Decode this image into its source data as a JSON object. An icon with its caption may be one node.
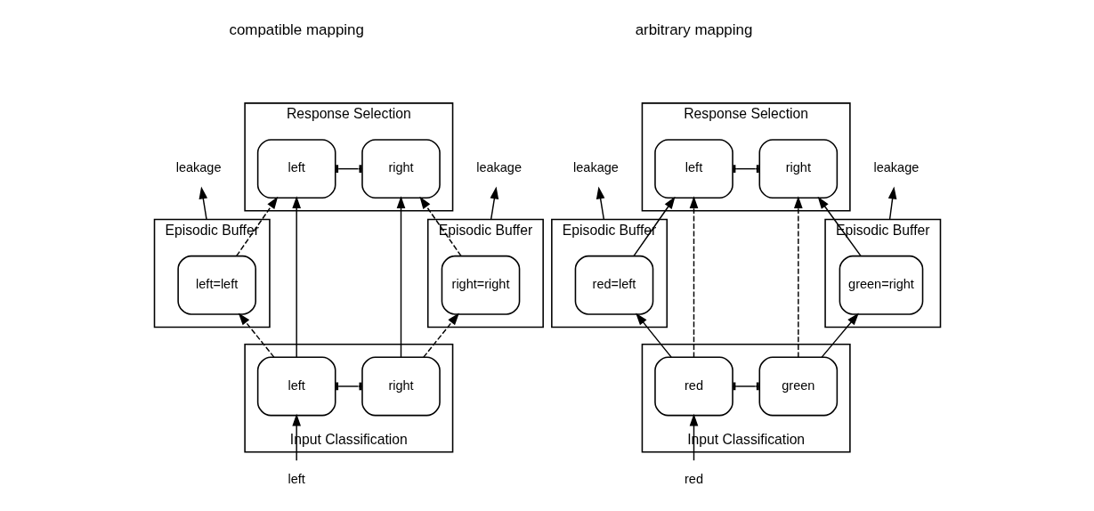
{
  "diagram": {
    "nodes": [
      {
        "text": [
          "Response Selection"
        ]
      },
      {
        "text": [
          "left"
        ],
        "in": 0
      },
      {
        "text": [
          "right"
        ],
        "in": 0
      },
      {
        "text": [
          "Episodic Buffer"
        ]
      },
      {
        "text": [
          "left=left"
        ],
        "in": 3
      },
      {
        "text": [
          "Episodic Buffer"
        ]
      },
      {
        "text": [
          "right=right"
        ],
        "in": 5
      },
      {
        "text": [
          "Input Classification"
        ]
      },
      {
        "text": [
          "left"
        ],
        "in": 7
      },
      {
        "text": [
          "right"
        ],
        "in": 7
      },
      {
        "text": [
          "leakage"
        ]
      },
      {
        "text": [
          "leakage"
        ]
      },
      {
        "text": [
          "left"
        ]
      },
      {
        "text": [
          "Response Selection"
        ]
      },
      {
        "text": [
          "left"
        ],
        "in": 13
      },
      {
        "text": [
          "right"
        ],
        "in": 13
      },
      {
        "text": [
          "Episodic Buffer"
        ]
      },
      {
        "text": [
          "red=left"
        ],
        "in": 16
      },
      {
        "text": [
          "Episodic Buffer"
        ]
      },
      {
        "text": [
          "green=right"
        ],
        "in": 18
      },
      {
        "text": [
          "Input Classification"
        ]
      },
      {
        "text": [
          "red"
        ],
        "in": 20
      },
      {
        "text": [
          "green"
        ],
        "in": 20
      },
      {
        "text": [
          "leakage"
        ]
      },
      {
        "text": [
          "leakage"
        ]
      },
      {
        "text": [
          "red"
        ]
      }
    ],
    "edges": [
      {
        "from": 1,
        "to": 2,
        "arrow": "other"
      },
      {
        "from": 8,
        "to": 9,
        "arrow": "other"
      },
      {
        "from": 8,
        "to": 1,
        "arrow": "to"
      },
      {
        "from": 9,
        "to": 2,
        "arrow": "to"
      },
      {
        "from": 8,
        "to": 4,
        "arrow": "to",
        "style": "dashed"
      },
      {
        "from": 4,
        "to": 1,
        "arrow": "to",
        "style": "dashed"
      },
      {
        "from": 9,
        "to": 6,
        "arrow": "to",
        "style": "dashed"
      },
      {
        "from": 6,
        "to": 2,
        "arrow": "to",
        "style": "dashed"
      },
      {
        "from": 3,
        "to": 10,
        "arrow": "to"
      },
      {
        "from": 5,
        "to": 11,
        "arrow": "to"
      },
      {
        "from": 12,
        "to": 8,
        "arrow": "to"
      },
      {
        "from": 14,
        "to": 15,
        "arrow": "other"
      },
      {
        "from": 21,
        "to": 22,
        "arrow": "other"
      },
      {
        "from": 21,
        "to": 17,
        "arrow": "to"
      },
      {
        "from": 17,
        "to": 14,
        "arrow": "to"
      },
      {
        "from": 22,
        "to": 19,
        "arrow": "to"
      },
      {
        "from": 19,
        "to": 15,
        "arrow": "to"
      },
      {
        "from": 21,
        "to": 14,
        "arrow": "to",
        "style": "dashed"
      },
      {
        "from": 22,
        "to": 15,
        "arrow": "to",
        "style": "dashed"
      },
      {
        "from": 16,
        "to": 23,
        "arrow": "to"
      },
      {
        "from": 18,
        "to": 24,
        "arrow": "to"
      },
      {
        "from": 25,
        "to": 21,
        "arrow": "to"
      }
    ],
    "labels": [
      "compatible mapping",
      "arbitrary mapping"
    ]
  }
}
